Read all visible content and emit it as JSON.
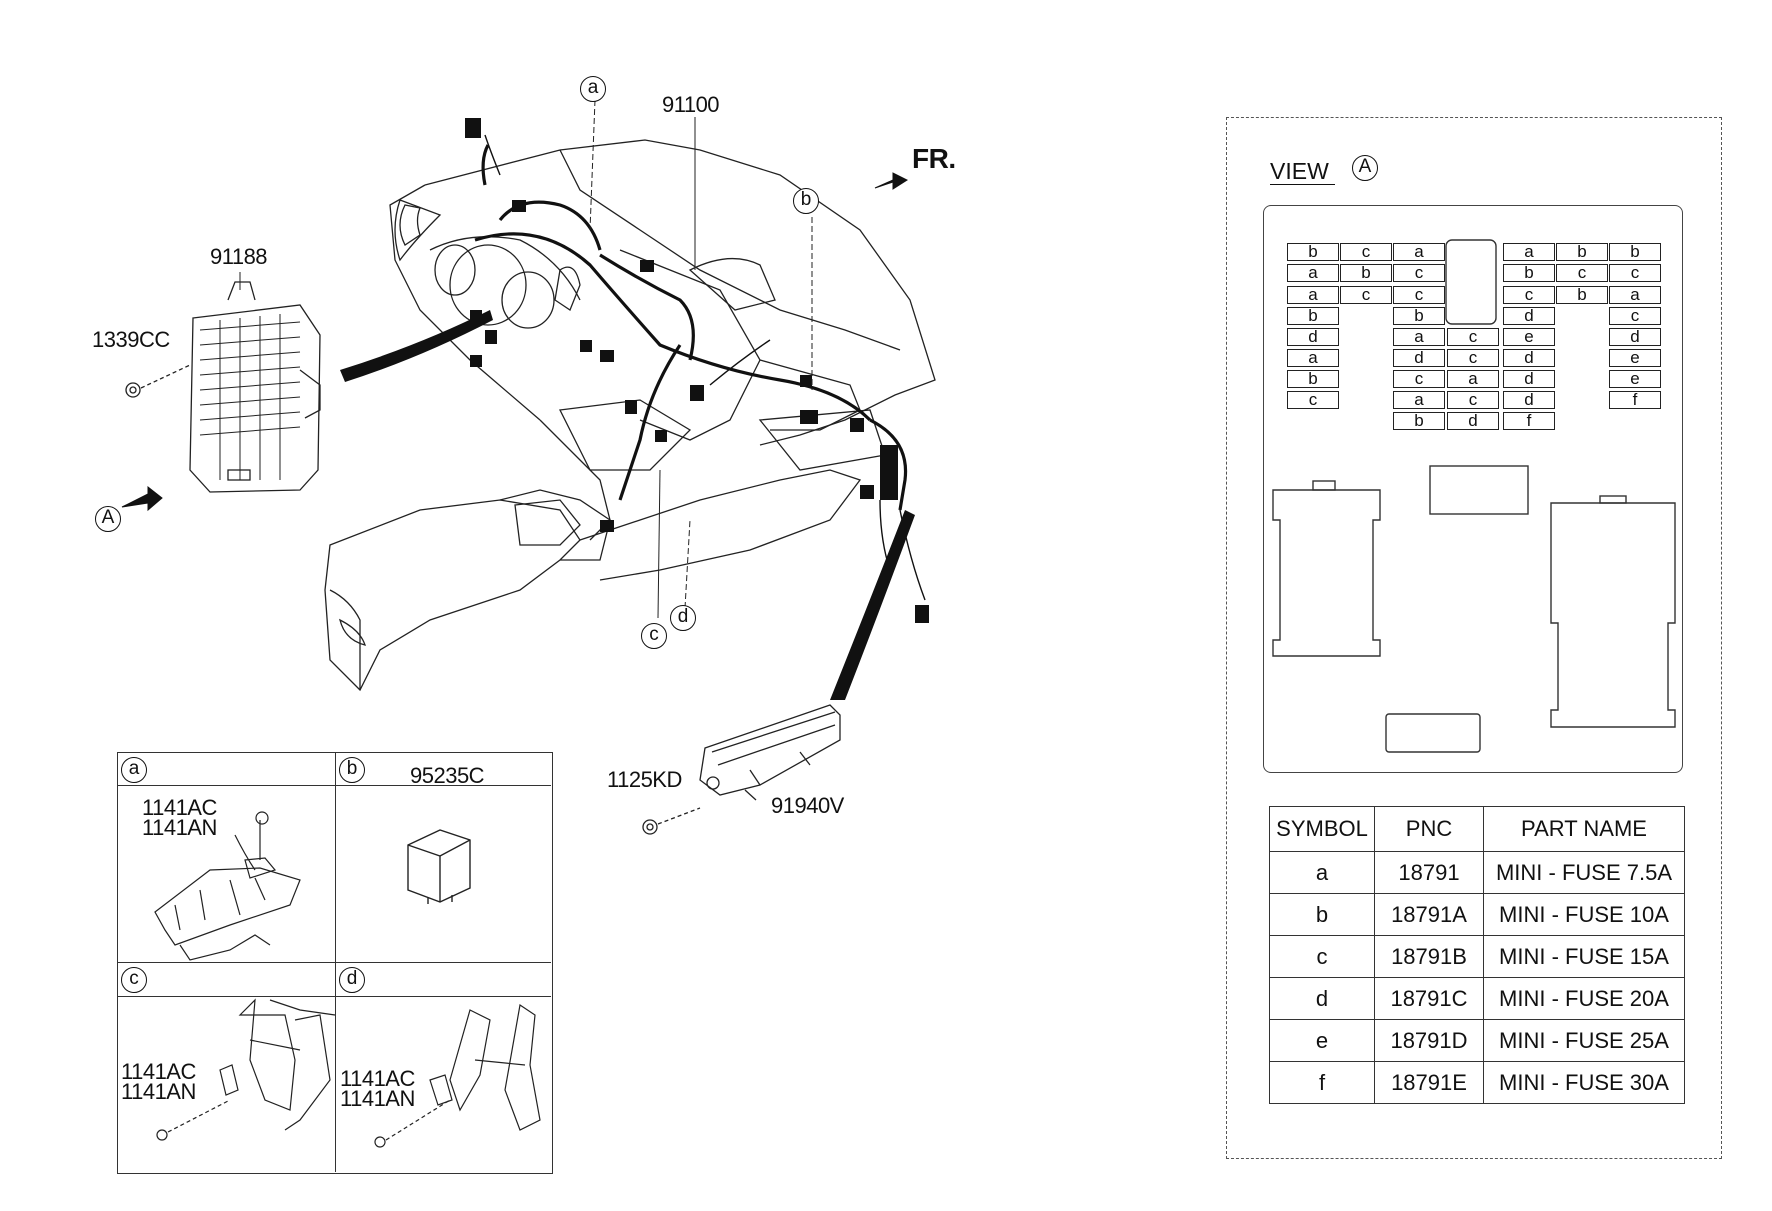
{
  "main_labels": {
    "harness": "91100",
    "junction_box": "91188",
    "bolt_1339": "1339CC",
    "bolt_1125": "1125KD",
    "module": "91940V",
    "front": "FR."
  },
  "callouts": {
    "view_arrow": "A",
    "a": "a",
    "b": "b",
    "c": "c",
    "d": "d"
  },
  "details": {
    "a": {
      "tag": "a",
      "parts": [
        "1141AC",
        "1141AN"
      ]
    },
    "b": {
      "tag": "b",
      "part": "95235C"
    },
    "c": {
      "tag": "c",
      "parts": [
        "1141AC",
        "1141AN"
      ]
    },
    "d": {
      "tag": "d",
      "parts": [
        "1141AC",
        "1141AN"
      ]
    }
  },
  "view": {
    "title": "VIEW",
    "marker": "A",
    "fuses": [
      [
        "b",
        "c",
        "a"
      ],
      [
        "a",
        "b",
        "c"
      ],
      [
        "a",
        "c",
        "c"
      ],
      [
        "b",
        "b"
      ],
      [
        "d",
        "a",
        "c"
      ],
      [
        "a",
        "d",
        "c"
      ],
      [
        "b",
        "c",
        "a"
      ],
      [
        "c",
        "a",
        "c"
      ],
      [
        "b",
        "d"
      ],
      [
        "a",
        "b",
        "b"
      ],
      [
        "b",
        "c",
        "c"
      ],
      [
        "c",
        "b",
        "a"
      ],
      [
        "d",
        "c"
      ],
      [
        "e",
        "d"
      ],
      [
        "d",
        "e"
      ],
      [
        "d",
        "e"
      ],
      [
        "d",
        "f"
      ],
      [
        "f"
      ]
    ]
  },
  "legend": {
    "headers": [
      "SYMBOL",
      "PNC",
      "PART NAME"
    ],
    "rows": [
      [
        "a",
        "18791",
        "MINI - FUSE 7.5A"
      ],
      [
        "b",
        "18791A",
        "MINI - FUSE 10A"
      ],
      [
        "c",
        "18791B",
        "MINI - FUSE 15A"
      ],
      [
        "d",
        "18791C",
        "MINI - FUSE 20A"
      ],
      [
        "e",
        "18791D",
        "MINI - FUSE 25A"
      ],
      [
        "f",
        "18791E",
        "MINI - FUSE 30A"
      ]
    ]
  }
}
